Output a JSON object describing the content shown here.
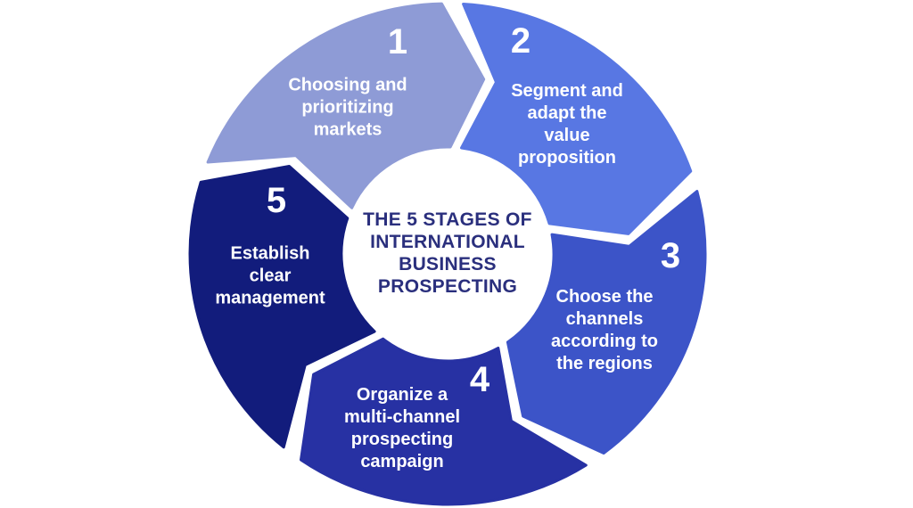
{
  "background_color": "#FFFFFF",
  "label_text_color": "#FFFFFF",
  "title": {
    "text": "THE 5 STAGES OF\nINTERNATIONAL\nBUSINESS\nPROSPECTING",
    "color": "#2A2F7D"
  },
  "segments": [
    {
      "number": "1",
      "label": "Choosing and\nprioritizing\nmarkets",
      "color": "#8E9BD6"
    },
    {
      "number": "2",
      "label": "Segment and\nadapt the\nvalue\nproposition",
      "color": "#5877E3"
    },
    {
      "number": "3",
      "label": "Choose the\nchannels\naccording to\nthe regions",
      "color": "#3C54C8"
    },
    {
      "number": "4",
      "label": "Organize a\nmulti-channel\nprospecting\ncampaign",
      "color": "#2731A3"
    },
    {
      "number": "5",
      "label": "Establish\nclear\nmanagement",
      "color": "#121C7C"
    }
  ]
}
